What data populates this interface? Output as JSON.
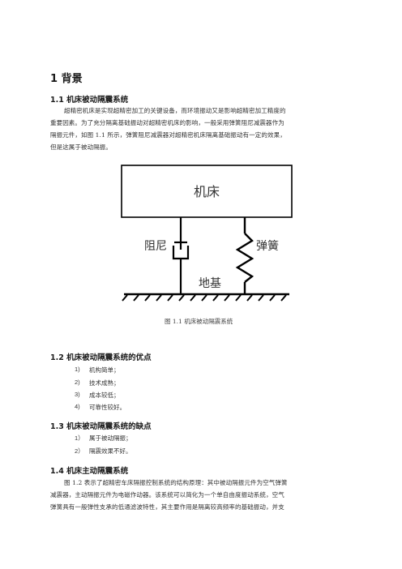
{
  "section1": {
    "title": "1 背景"
  },
  "s11": {
    "title": "1.1 机床被动隔震系统",
    "lines": [
      "超精密机床是实现超精密加工的关键设备，而环境振动又是影响超精密加工精度的",
      "重要因素。为了充分隔离基础振动对超精密机床的影响，一般采用弹簧阻尼减震器作为",
      "隔振元件，如图 1.1 所示，弹簧阻尼减震器对超精密机床隔离基础振动有一定的效果，",
      "但是这属于被动隔振。"
    ]
  },
  "figure": {
    "machine_label": "机床",
    "damper_label": "阻尼",
    "spring_label": "弹簧",
    "ground_label": "地基",
    "caption": "图 1.1 机床被动隔震系统"
  },
  "s12": {
    "title": "1.2 机床被动隔震系统的优点",
    "items": [
      {
        "num": "1)",
        "text": "机构简单；"
      },
      {
        "num": "2)",
        "text": "技术成熟；"
      },
      {
        "num": "3)",
        "text": "成本较低；"
      },
      {
        "num": "4)",
        "text": "可靠性较好。"
      }
    ]
  },
  "s13": {
    "title": "1.3 机床被动隔震系统的缺点",
    "items": [
      {
        "num": "1）",
        "text": "属于被动隔振；"
      },
      {
        "num": "2）",
        "text": "隔震效果不好。"
      }
    ]
  },
  "s14": {
    "title": "1.4 机床主动隔震系统",
    "lines": [
      "图 1.2 表示了超精密车床隔振控制系统的结构原理：其中被动隔振元件为空气弹簧",
      "减震器，主动隔振元件为电磁作动器。该系统可以简化为一个单自由度振动系统，空气",
      "弹簧具有一般弹性支承的低通滤波特性，其主要作用是隔离较高频率的基础振动，并支"
    ]
  }
}
